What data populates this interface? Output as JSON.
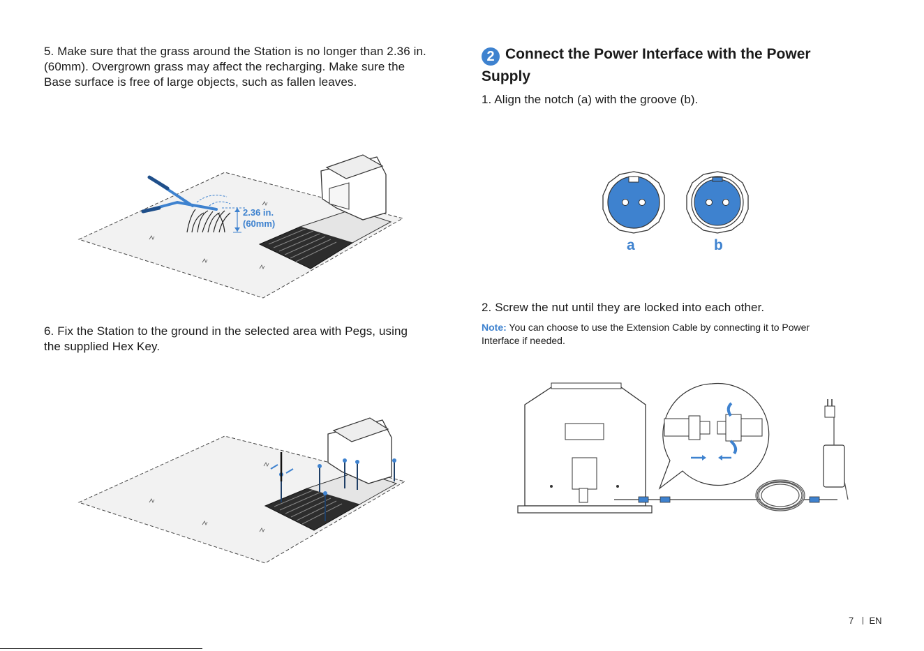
{
  "left": {
    "step5": "5. Make sure that the grass around the Station is no longer than 2.36 in. (60mm). Overgrown grass may affect the recharging. Make sure the Base surface is free of large objects, such as fallen leaves.",
    "step5_lines": [
      "5. Make sure that the grass around the Station is no longer than 2.36 in.",
      "(60mm). Overgrown grass may affect the recharging. Make sure the",
      "Base surface is free of large objects, such as fallen leaves."
    ],
    "grass_height_label": [
      "2.36 in.",
      "(60mm)"
    ],
    "step6_lines": [
      "6. Fix the Station to the ground in the selected area with Pegs, using",
      "the supplied Hex Key."
    ]
  },
  "right": {
    "section_number": "2",
    "heading_lines": [
      "Connect the Power Interface with the Power",
      "Supply"
    ],
    "step1": "1. Align the notch (a) with the groove (b).",
    "connector_labels": [
      "a",
      "b"
    ],
    "step2": "2. Screw the nut until they are locked into each other.",
    "note_label": "Note:",
    "note_lines": [
      " You can choose to use the Extension Cable by connecting it to Power",
      "Interface if needed."
    ]
  },
  "footer": {
    "page_number": "7",
    "language": "EN"
  },
  "colors": {
    "accent": "#3e82cf",
    "text": "#1a1a1a",
    "line_art": "#333333"
  }
}
